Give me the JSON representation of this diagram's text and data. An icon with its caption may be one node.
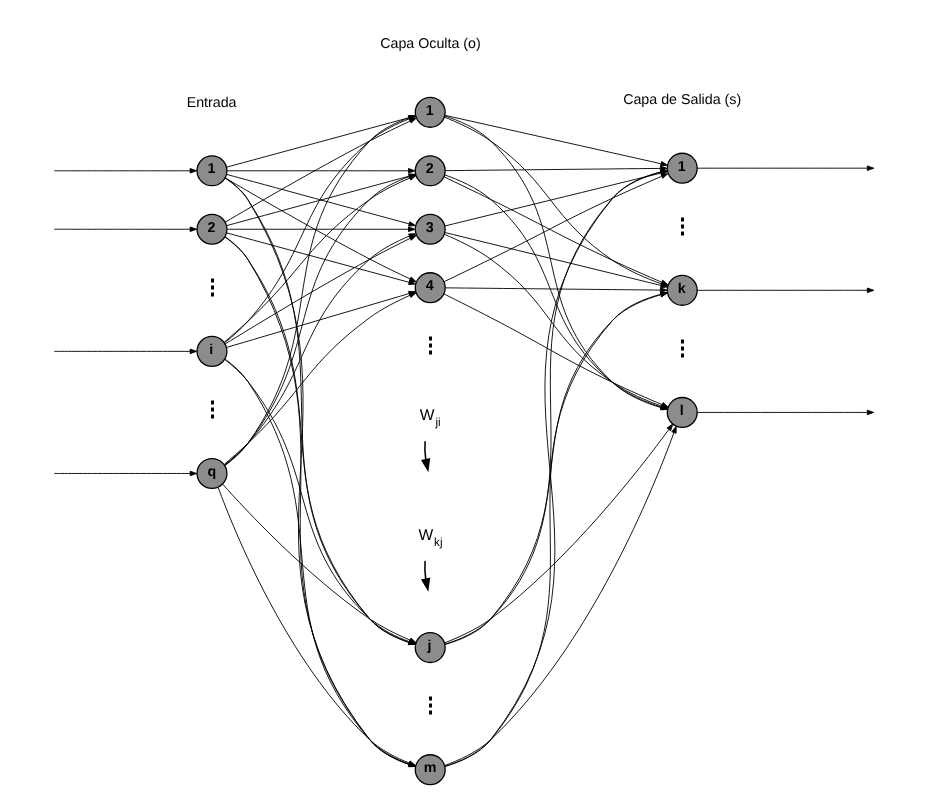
{
  "diagram": {
    "nodes": [
      {
        "text": [
          "1"
        ]
      },
      {
        "text": [
          "2"
        ]
      },
      {
        "text": [
          "i"
        ]
      },
      {
        "text": [
          "q"
        ]
      },
      {
        "text": [
          "1"
        ]
      },
      {
        "text": [
          "2"
        ]
      },
      {
        "text": [
          "3"
        ]
      },
      {
        "text": [
          "4"
        ]
      },
      {
        "text": [
          "j"
        ]
      },
      {
        "text": [
          "m"
        ]
      },
      {
        "text": [
          "1"
        ]
      },
      {
        "text": [
          "k"
        ]
      },
      {
        "text": [
          "l"
        ]
      },
      {
        "text": [
          "W$_{ji}$"
        ]
      },
      {
        "text": [
          "W$_{kj}$"
        ]
      }
    ],
    "edges": [
      {
        "from": null,
        "to": 0,
        "arrow": "to"
      },
      {
        "from": null,
        "to": 1,
        "arrow": "to"
      },
      {
        "from": null,
        "to": 2,
        "arrow": "to"
      },
      {
        "from": null,
        "to": 3,
        "arrow": "to"
      },
      {
        "from": 0,
        "to": 4,
        "arrow": "to"
      },
      {
        "from": 0,
        "to": 5,
        "arrow": "to"
      },
      {
        "from": 0,
        "to": 6,
        "arrow": "to"
      },
      {
        "from": 0,
        "to": 7,
        "arrow": "to"
      },
      {
        "from": 0,
        "to": 8,
        "arrow": "to"
      },
      {
        "from": 0,
        "to": 9,
        "arrow": "to"
      },
      {
        "from": 1,
        "to": 4,
        "arrow": "to"
      },
      {
        "from": 1,
        "to": 5,
        "arrow": "to"
      },
      {
        "from": 1,
        "to": 6,
        "arrow": "to"
      },
      {
        "from": 1,
        "to": 7,
        "arrow": "to"
      },
      {
        "from": 1,
        "to": 8,
        "arrow": "to"
      },
      {
        "from": 1,
        "to": 9,
        "arrow": "to"
      },
      {
        "from": 2,
        "to": 4,
        "arrow": "to"
      },
      {
        "from": 2,
        "to": 5,
        "arrow": "to"
      },
      {
        "from": 2,
        "to": 6,
        "arrow": "to"
      },
      {
        "from": 2,
        "to": 7,
        "arrow": "to"
      },
      {
        "from": 2,
        "to": 8,
        "arrow": "to"
      },
      {
        "from": 2,
        "to": 9,
        "arrow": "to"
      },
      {
        "from": 3,
        "to": 4,
        "arrow": "to"
      },
      {
        "from": 3,
        "to": 5,
        "arrow": "to"
      },
      {
        "from": 3,
        "to": 6,
        "arrow": "to"
      },
      {
        "from": 3,
        "to": 7,
        "arrow": "to"
      },
      {
        "from": 3,
        "to": 8,
        "arrow": "to"
      },
      {
        "from": 3,
        "to": 9,
        "arrow": "to"
      },
      {
        "from": 4,
        "to": 10,
        "arrow": "to"
      },
      {
        "from": 4,
        "to": 11,
        "arrow": "to"
      },
      {
        "from": 4,
        "to": 12,
        "arrow": "to"
      },
      {
        "from": 5,
        "to": 10,
        "arrow": "to"
      },
      {
        "from": 5,
        "to": 11,
        "arrow": "to"
      },
      {
        "from": 5,
        "to": 12,
        "arrow": "to"
      },
      {
        "from": 6,
        "to": 10,
        "arrow": "to"
      },
      {
        "from": 6,
        "to": 11,
        "arrow": "to"
      },
      {
        "from": 6,
        "to": 12,
        "arrow": "to"
      },
      {
        "from": 7,
        "to": 10,
        "arrow": "to"
      },
      {
        "from": 7,
        "to": 11,
        "arrow": "to"
      },
      {
        "from": 7,
        "to": 12,
        "arrow": "to"
      },
      {
        "from": 8,
        "to": 10,
        "arrow": "to"
      },
      {
        "from": 8,
        "to": 11,
        "arrow": "to"
      },
      {
        "from": 8,
        "to": 12,
        "arrow": "to"
      },
      {
        "from": 9,
        "to": 10,
        "arrow": "to"
      },
      {
        "from": 9,
        "to": 11,
        "arrow": "to"
      },
      {
        "from": 9,
        "to": 12,
        "arrow": "to"
      },
      {
        "from": 10,
        "to": null,
        "arrow": "to"
      },
      {
        "from": 11,
        "to": null,
        "arrow": "to"
      },
      {
        "from": 12,
        "to": null,
        "arrow": "to"
      },
      {
        "from": 13,
        "to": null,
        "arrow": "to"
      },
      {
        "from": 14,
        "to": null,
        "arrow": "to"
      }
    ],
    "labels": [
      "Capa Oculta (o)",
      "Entrada",
      "Capa de Salida (s)",
      "⋮",
      "⋮",
      "⋮",
      "⋮",
      "⋮",
      "⋮"
    ]
  }
}
